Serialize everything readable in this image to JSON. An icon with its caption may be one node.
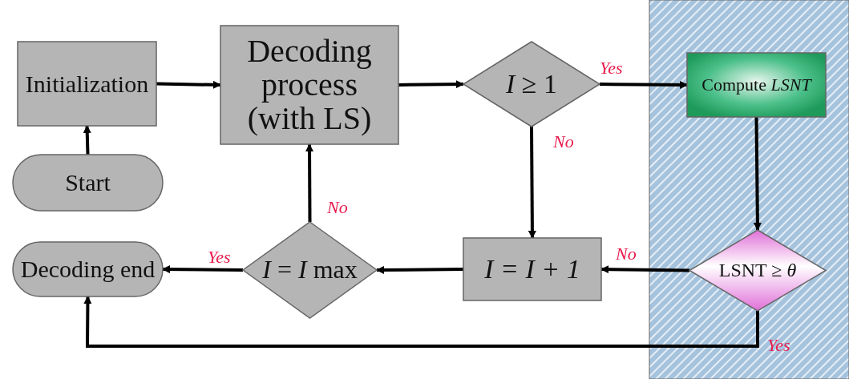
{
  "diagram": {
    "nodes": [
      {
        "text": [
          "Initialization"
        ]
      },
      {
        "text": [
          "Start"
        ]
      },
      {
        "text": [
          "Decoding process (with LS)"
        ]
      },
      {
        "text": [
          "*I* ≥ 1"
        ]
      },
      {
        "text": [
          "Compute *LSNT*"
        ]
      },
      {
        "text": [
          "LSNT ≥ *θ*"
        ]
      },
      {
        "text": [
          "I = I + 1"
        ]
      },
      {
        "text": [
          "*I* = *I* max"
        ]
      },
      {
        "text": [
          "Decoding end"
        ]
      }
    ],
    "edges": [
      {
        "from": 1,
        "to": 0,
        "arrow": "to"
      },
      {
        "from": 0,
        "to": 2,
        "arrow": "to"
      },
      {
        "from": 2,
        "to": 3,
        "arrow": "to"
      },
      {
        "from": 3,
        "to": 4,
        "arrow": "to",
        "label": "Yes"
      },
      {
        "from": 3,
        "to": 6,
        "arrow": "to",
        "label": "No"
      },
      {
        "from": 4,
        "to": 5,
        "arrow": "to"
      },
      {
        "from": 5,
        "to": 6,
        "arrow": "to",
        "label": "No"
      },
      {
        "from": 6,
        "to": 7,
        "arrow": "to"
      },
      {
        "from": 7,
        "to": 8,
        "arrow": "to",
        "label": "Yes"
      },
      {
        "from": 7,
        "to": 2,
        "arrow": "to",
        "label": "No"
      },
      {
        "from": 5,
        "to": 8,
        "arrow": "to",
        "label": "Yes"
      }
    ]
  }
}
